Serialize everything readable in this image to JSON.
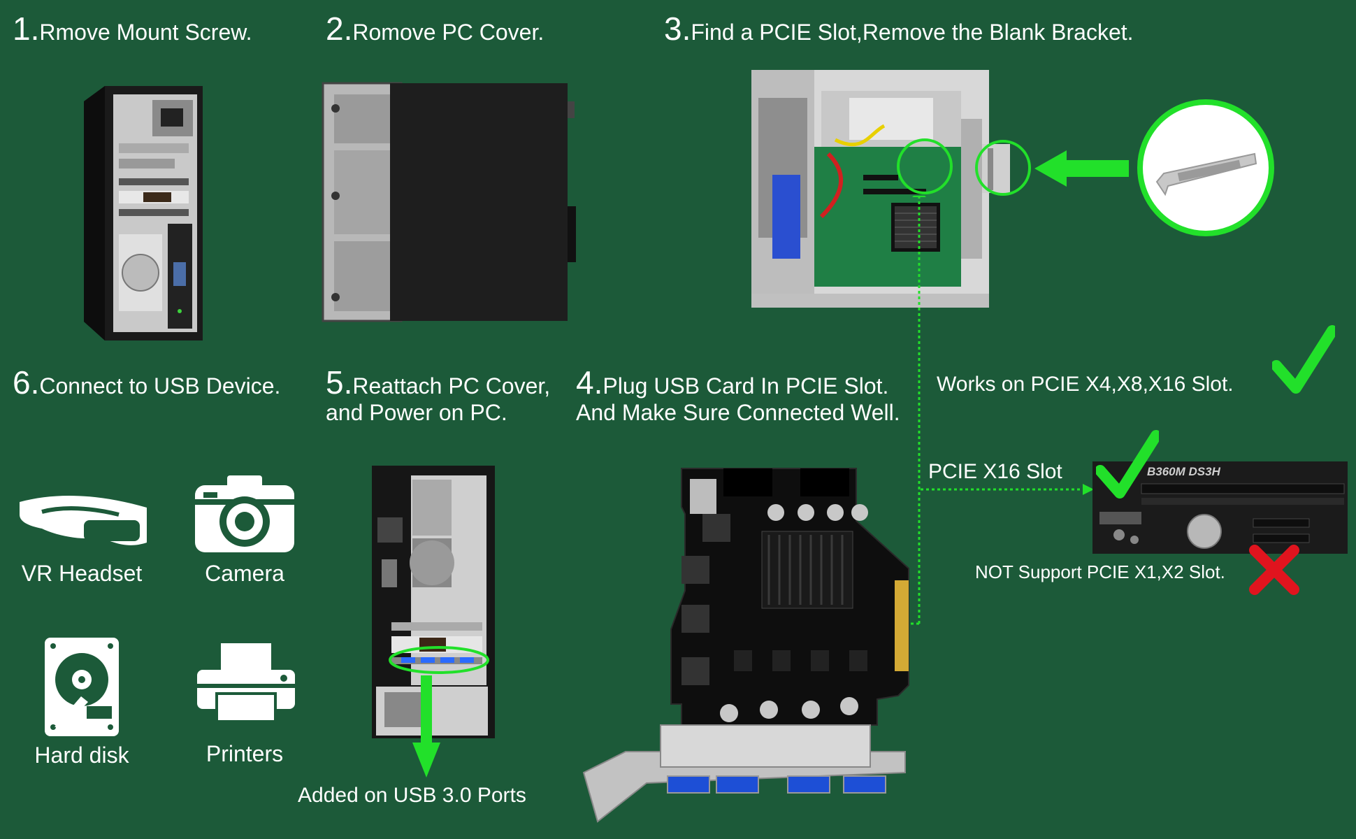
{
  "steps": {
    "s1": {
      "num": "1.",
      "text": "Rmove Mount Screw."
    },
    "s2": {
      "num": "2.",
      "text": "Romove PC Cover."
    },
    "s3": {
      "num": "3.",
      "text": "Find a PCIE Slot,Remove the Blank Bracket."
    },
    "s4": {
      "num": "4.",
      "line1": "Plug USB Card In PCIE Slot.",
      "line2": "And Make Sure Connected Well."
    },
    "s5": {
      "num": "5.",
      "line1": "Reattach PC Cover,",
      "line2": "and Power on PC."
    },
    "s6": {
      "num": "6.",
      "text": "Connect to USB Device."
    }
  },
  "notes": {
    "works": "Works on PCIE X4,X8,X16 Slot.",
    "x16": "PCIE X16 Slot",
    "not_support": "NOT Support PCIE X1,X2 Slot.",
    "usb_ports": "Added on USB 3.0 Ports",
    "board_model": "B360M DS3H"
  },
  "devices": [
    {
      "label": "VR Headset",
      "icon": "vr-headset-icon"
    },
    {
      "label": "Camera",
      "icon": "camera-icon"
    },
    {
      "label": "Hard disk",
      "icon": "hard-disk-icon"
    },
    {
      "label": "Printers",
      "icon": "printer-icon"
    }
  ],
  "colors": {
    "background": "#1c5a39",
    "accent_green": "#22e02a",
    "cross_red": "#e0141e"
  }
}
